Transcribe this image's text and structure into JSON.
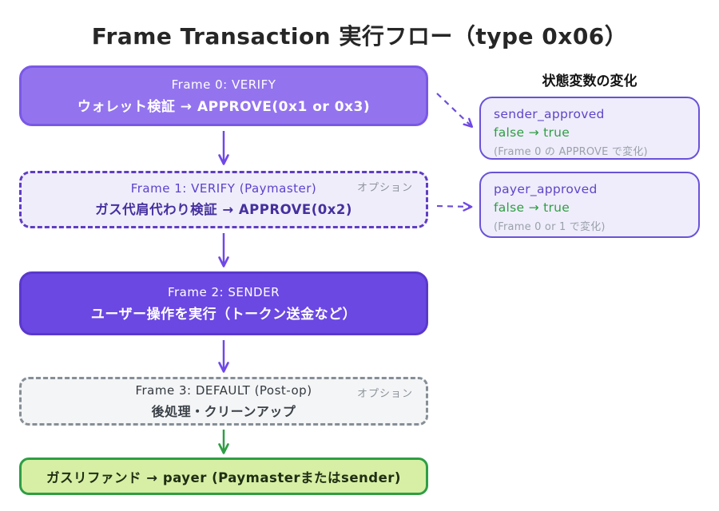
{
  "title": "Frame Transaction 実行フロー（type 0x06）",
  "flow": {
    "boxes": [
      {
        "id": "frame0",
        "line1": "Frame 0: VERIFY",
        "line2": "ウォレット検証 → APPROVE(0x1 or 0x3)"
      },
      {
        "id": "frame1",
        "line1": "Frame 1: VERIFY (Paymaster)",
        "line2": "ガス代肩代わり検証 → APPROVE(0x2)",
        "badge": "オプション"
      },
      {
        "id": "frame2",
        "line1": "Frame 2: SENDER",
        "line2": "ユーザー操作を実行（トークン送金など）"
      },
      {
        "id": "frame3",
        "line1": "Frame 3: DEFAULT (Post-op)",
        "line2": "後処理・クリーンアップ",
        "badge": "オプション"
      },
      {
        "id": "refund",
        "line2": "ガスリファンド → payer (Paymasterまたはsender)"
      }
    ]
  },
  "state_panel": {
    "heading": "状態変数の変化",
    "cards": [
      {
        "variable": "sender_approved",
        "change": "false → true",
        "note": "(Frame 0 の APPROVE で変化)"
      },
      {
        "variable": "payer_approved",
        "change": "false → true",
        "note": "(Frame 0 or 1 で変化)"
      }
    ]
  },
  "colors": {
    "purple_mid": "#9374EE",
    "purple_dark": "#6B48E2",
    "purple_dashed_border": "#5F3DC4",
    "arrow_purple": "#7048E8",
    "green": "#2F9E44",
    "green_fill": "#D6EFA5",
    "gray_dashed_border": "#868E96",
    "card_fill": "#EFEDFB",
    "optional_label_gray": "#8C939B"
  }
}
